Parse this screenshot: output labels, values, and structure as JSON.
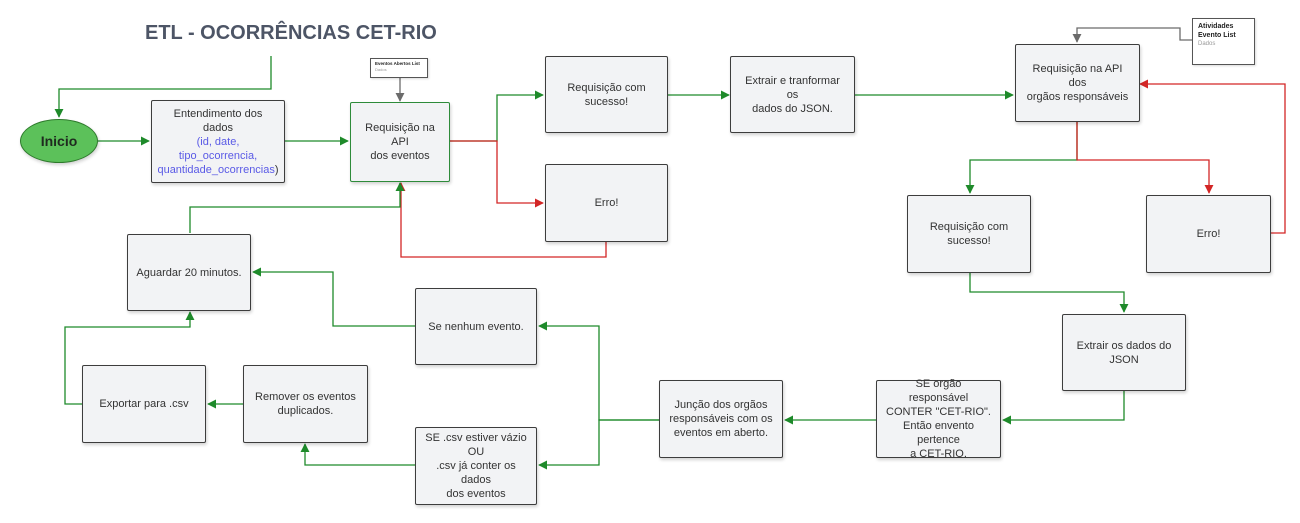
{
  "title": "ETL - OCORRÊNCIAS CET-RIO",
  "start": "Inicio",
  "nodes": {
    "entendimento": {
      "line1": "Entendimento dos dados",
      "line2": "(id, date, tipo_ocorrencia,",
      "line3": "quantidade_ocorrencias",
      "line3_end": ")"
    },
    "req_api_eventos": {
      "line1": "Requisição na API",
      "line2": "dos eventos"
    },
    "sucesso1": {
      "line1": "Requisição com",
      "line2": "sucesso!"
    },
    "erro1": {
      "line1": "Erro!"
    },
    "extrair_transformar": {
      "line1": "Extrair e tranformar os",
      "line2": "dados do JSON."
    },
    "req_api_orgaos": {
      "line1": "Requisição na API dos",
      "line2": "orgãos responsáveis"
    },
    "sucesso2": {
      "line1": "Requisição com",
      "line2": "sucesso!"
    },
    "erro2": {
      "line1": "Erro!"
    },
    "extrair_json": {
      "line1": "Extrair os dados do",
      "line2": "JSON"
    },
    "se_orgao": {
      "line1": "SE orgão responsável",
      "line2": "CONTER \"CET-RIO\".",
      "line3": "Então envento pertence",
      "line4": "a CET-RIO."
    },
    "juncao": {
      "line1": "Junção dos orgãos",
      "line2": "responsáveis com os",
      "line3": "eventos em aberto."
    },
    "se_nenhum": {
      "line1": "Se nenhum evento."
    },
    "se_csv": {
      "line1": "SE .csv estiver vázio OU",
      "line2": ".csv já conter os dados",
      "line3": "dos eventos"
    },
    "remover": {
      "line1": "Remover os eventos",
      "line2": "duplicados."
    },
    "exportar": {
      "line1": "Exportar para .csv"
    },
    "aguardar": {
      "line1": "Aguardar 20 minutos."
    }
  },
  "notes": {
    "eventos_abertos": {
      "title": "Eventos Abertos List",
      "subtitle": "Dados"
    },
    "atividades_evento": {
      "title_line1": "Atividades",
      "title_line2": "Evento List",
      "subtitle": "Dados"
    }
  },
  "colors": {
    "success_arrow": "#1e8a2a",
    "error_arrow": "#d32626",
    "neutral_arrow": "#6b6b6b",
    "start_fill": "#5cc15a",
    "node_fill": "#f2f3f5",
    "highlight_text": "#5a5ae6"
  }
}
